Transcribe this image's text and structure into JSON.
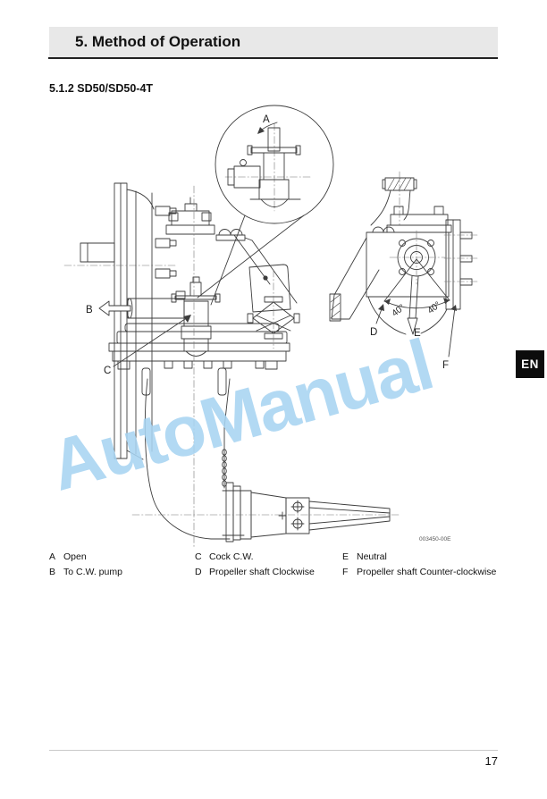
{
  "page": {
    "header_title": "5. Method of Operation",
    "section_title": "5.1.2 SD50/SD50-4T",
    "page_number": "17"
  },
  "figure": {
    "code": "003450-00E",
    "watermark": "AutoManual",
    "language_badge": "EN",
    "angle_left": "40°",
    "angle_right": "40°",
    "labels": {
      "a": "A",
      "b": "B",
      "c": "C",
      "d": "D",
      "e": "E",
      "f": "F"
    }
  },
  "legend": {
    "items": [
      {
        "key": "A",
        "text": "Open"
      },
      {
        "key": "B",
        "text": "To C.W. pump"
      },
      {
        "key": "C",
        "text": "Cock C.W."
      },
      {
        "key": "D",
        "text": "Propeller shaft Clockwise"
      },
      {
        "key": "E",
        "text": "Neutral"
      },
      {
        "key": "F",
        "text": "Propeller shaft Counter-clockwise"
      }
    ]
  },
  "colors": {
    "header_bg": "#e8e8e8",
    "line": "#3d3d3d",
    "watermark": "#a7d4f1",
    "badge_bg": "#0c0c0c"
  }
}
